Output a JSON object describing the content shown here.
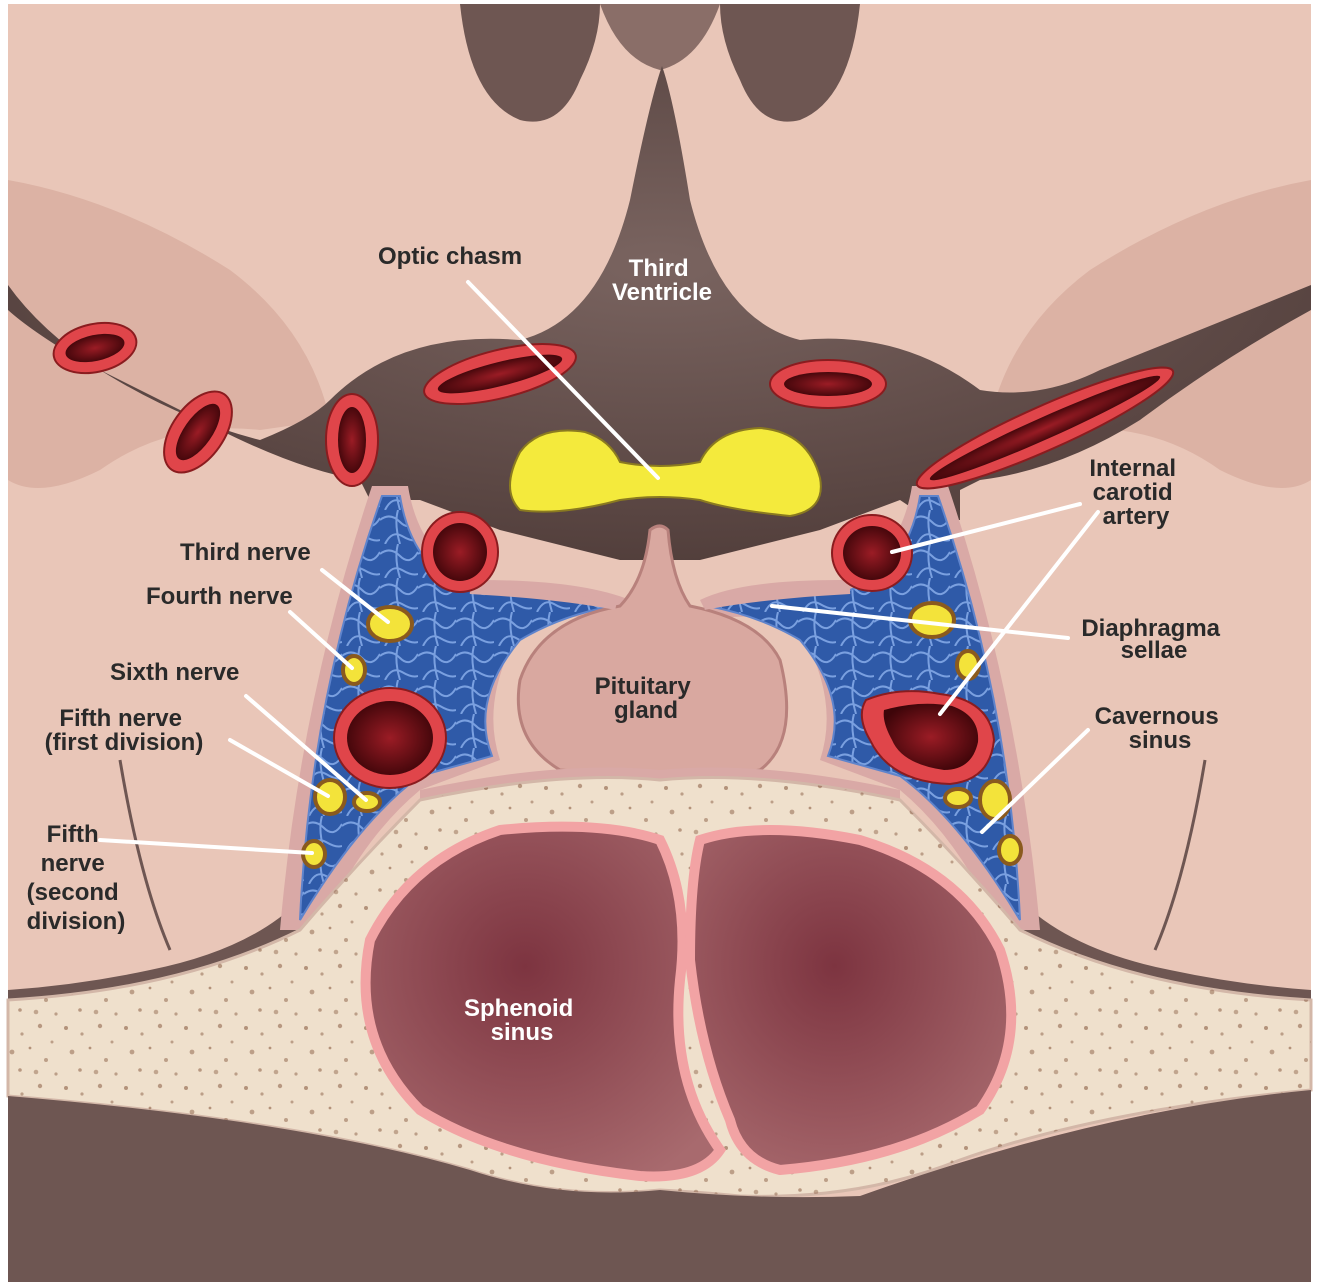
{
  "labels": {
    "optic_chiasm": "Optic chasm",
    "third_ventricle": [
      "Third",
      "Ventricle"
    ],
    "third_nerve": "Third nerve",
    "fourth_nerve": "Fourth nerve",
    "sixth_nerve": "Sixth nerve",
    "fifth_nerve_first": [
      "Fifth nerve",
      "(first division)"
    ],
    "fifth_nerve_second": [
      "Fifth",
      "nerve",
      "(second",
      "division)"
    ],
    "internal_carotid": [
      "Internal",
      "carotid",
      "artery"
    ],
    "diaphragma_sellae": [
      "Diaphragma",
      "sellae"
    ],
    "cavernous_sinus": [
      "Cavernous",
      "sinus"
    ],
    "pituitary_gland": [
      "Pituitary",
      "gland"
    ],
    "sphenoid_sinus": [
      "Sphenoid",
      "sinus"
    ]
  },
  "colors": {
    "brain": "#e9c6b8",
    "brain_shadow": "#d6aa9b",
    "csf": "#6e5652",
    "artery": "#e0454a",
    "artery_lumen": "#5a0d14",
    "nerve": "#f3e33a",
    "nerve_rim": "#8a5a1e",
    "venous": "#2f5aa8",
    "venous_line": "#6f93d6",
    "dura": "#d9a9a6",
    "bone": "#efe0cc",
    "bone_speckle": "#8a5d43",
    "sinus_mucosa": "#f2a3a4",
    "sinus_cavity": "#8c4a52",
    "pituitary": "#d9a8a0",
    "optic_chiasm": "#f4ea3c",
    "background": "#ffffff"
  }
}
